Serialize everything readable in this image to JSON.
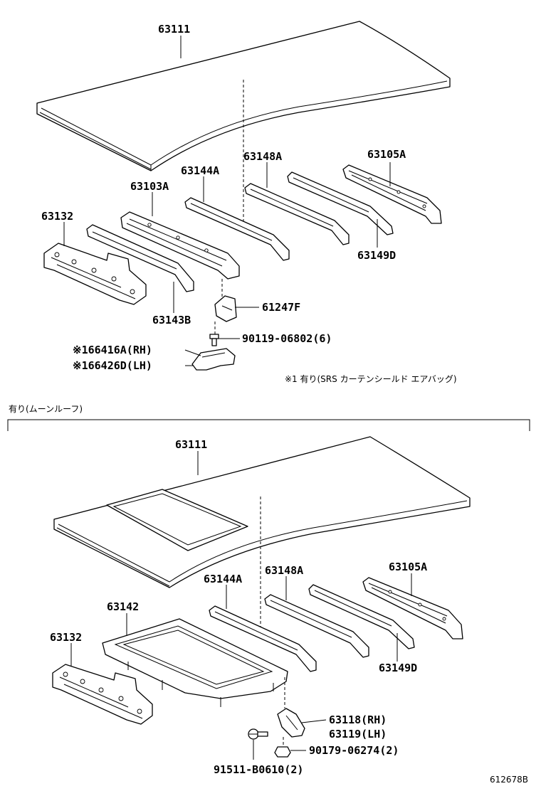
{
  "upper": {
    "labels": {
      "roof": "63111",
      "bow_148": "63148A",
      "bow_105": "63105A",
      "bow_144": "63144A",
      "bow_103": "63103A",
      "panel_132": "63132",
      "bow_149": "63149D",
      "bow_143": "63143B",
      "clip_247": "61247F",
      "bolt": "90119-06802(6)",
      "bracket_rh": "※166416A(RH)",
      "bracket_lh": "※166426D(LH)"
    },
    "footnote": "※1 有り(SRS カーテンシールド エアバッグ)"
  },
  "section_title": "有り(ムーンルーフ)",
  "lower": {
    "labels": {
      "roof": "63111",
      "bow_144": "63144A",
      "bow_148": "63148A",
      "bow_105": "63105A",
      "frame": "63142",
      "panel_132": "63132",
      "bow_149": "63149D",
      "bracket_rh": "63118(RH)",
      "bracket_lh": "63119(LH)",
      "nut": "90179-06274(2)",
      "screw": "91511-B0610(2)"
    }
  },
  "diagram_code": "612678B"
}
